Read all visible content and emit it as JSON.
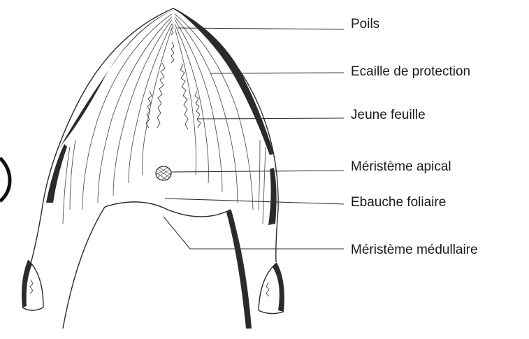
{
  "labels": [
    {
      "id": "poils",
      "text": "Poils"
    },
    {
      "id": "ecaille",
      "text": "Ecaille de protection"
    },
    {
      "id": "jeune-feuille",
      "text": "Jeune feuille"
    },
    {
      "id": "meristeme-apical",
      "text": "Méristème apical"
    },
    {
      "id": "ebauche-foliaire",
      "text": "Ebauche foliaire"
    },
    {
      "id": "meristeme-medullaire",
      "text": "Méristème médullaire"
    }
  ]
}
